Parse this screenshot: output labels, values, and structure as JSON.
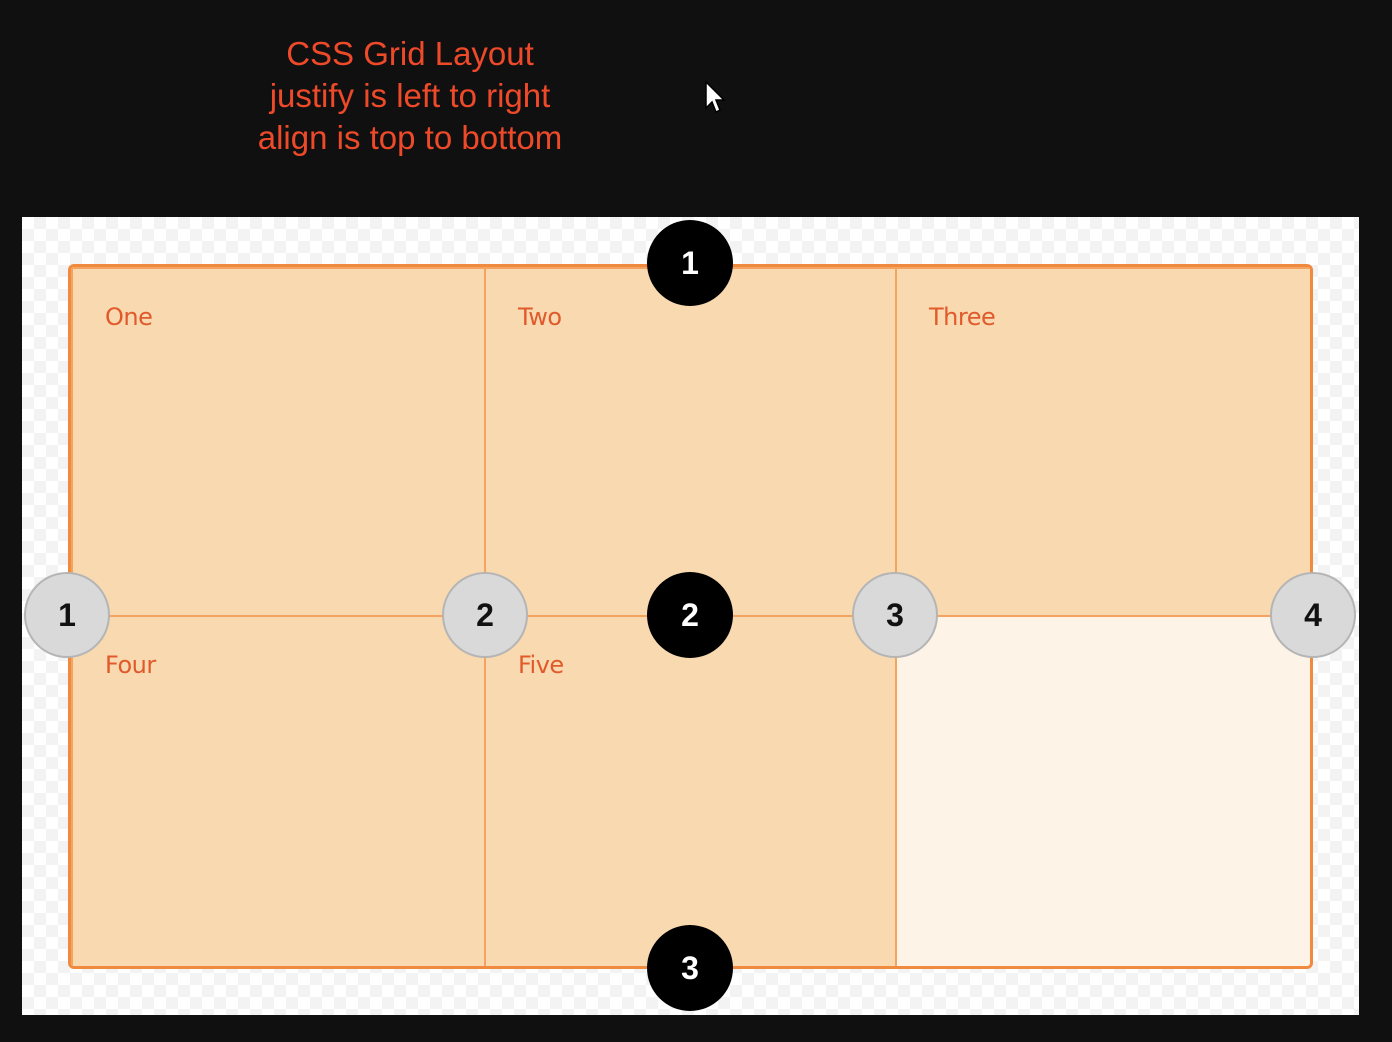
{
  "annotation": {
    "lines": [
      "CSS Grid Layout",
      "justify is left to right",
      "align is top to bottom"
    ]
  },
  "grid": {
    "items": [
      {
        "label": "One"
      },
      {
        "label": "Two"
      },
      {
        "label": "Three"
      },
      {
        "label": "Four"
      },
      {
        "label": "Five"
      }
    ],
    "row_lines": [
      "1",
      "2",
      "3"
    ],
    "column_lines": [
      "1",
      "2",
      "3",
      "4"
    ]
  },
  "colors": {
    "annotation_text": "#ee4a2a",
    "item_fill": "#f9d9b0",
    "grid_border": "#f08a3e",
    "item_label": "#e05a2b",
    "row_marker": "#000000",
    "column_marker": "#d9d9d9"
  }
}
